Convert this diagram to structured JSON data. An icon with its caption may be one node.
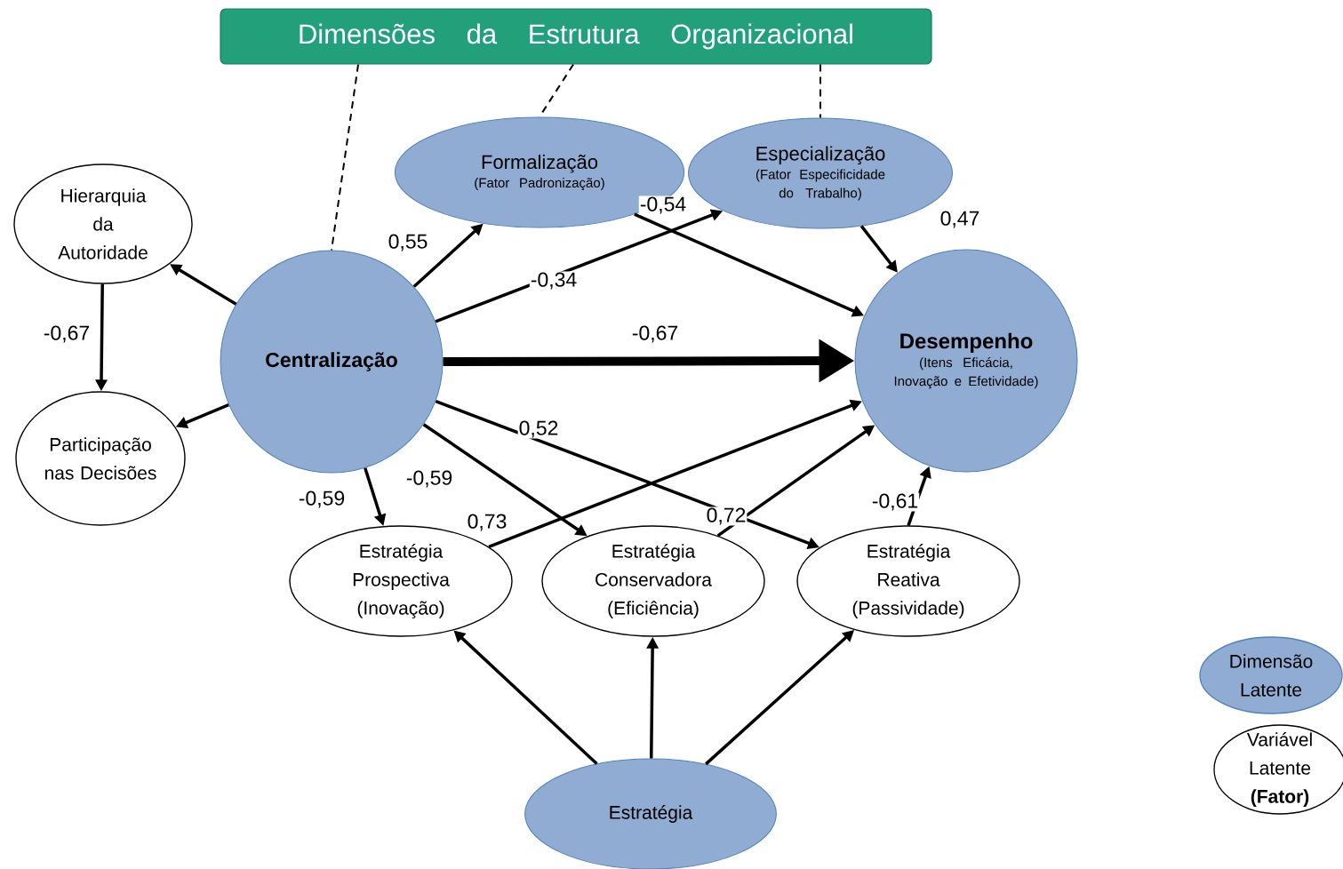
{
  "diagram": {
    "nodes": [
      {
        "text": [
          "Dimensões da Estrutura Organizacional"
        ]
      },
      {
        "text": [
          "Hierarquia da Autoridade"
        ]
      },
      {
        "text": [
          "Formalização",
          "(Fator Padronização)"
        ]
      },
      {
        "text": [
          "Especialização",
          "(Fator Especificidade do Trabalho)"
        ]
      },
      {
        "text": [
          "Centralização"
        ]
      },
      {
        "text": [
          "Desempenho",
          "(Itens Eficácia, Inovação e Efetividade)"
        ]
      },
      {
        "text": [
          "Participação nas Decisões"
        ]
      },
      {
        "text": [
          "Estratégia Prospectiva (Inovação)"
        ]
      },
      {
        "text": [
          "Estratégia Conservadora (Eficiência)"
        ]
      },
      {
        "text": [
          "Estratégia Reativa (Passividade)"
        ]
      },
      {
        "text": [
          "Estratégia"
        ]
      }
    ],
    "edges": [
      {
        "from": 0,
        "to": 4,
        "arrow": "none",
        "style": "dashed"
      },
      {
        "from": 0,
        "to": 2,
        "arrow": "none",
        "style": "dashed"
      },
      {
        "from": 0,
        "to": 3,
        "arrow": "none",
        "style": "dashed"
      },
      {
        "from": 4,
        "to": 1,
        "arrow": "to"
      },
      {
        "from": 1,
        "to": 6,
        "arrow": "to",
        "label": "-0,67"
      },
      {
        "from": 4,
        "to": 6,
        "arrow": "to"
      },
      {
        "from": 4,
        "to": 2,
        "arrow": "to",
        "label": "0,55"
      },
      {
        "from": 4,
        "to": 3,
        "arrow": "to",
        "label": "-0,34"
      },
      {
        "from": 4,
        "to": 5,
        "arrow": "to",
        "label": "-0,67",
        "style": "thick"
      },
      {
        "from": 4,
        "to": 9,
        "arrow": "to",
        "label": "0,52"
      },
      {
        "from": 4,
        "to": 7,
        "arrow": "to",
        "label": "-0,59"
      },
      {
        "from": 4,
        "to": 8,
        "arrow": "to",
        "label": "-0,59"
      },
      {
        "from": 2,
        "to": 5,
        "arrow": "to",
        "label": "-0,54"
      },
      {
        "from": 3,
        "to": 5,
        "arrow": "to",
        "label": "0,47"
      },
      {
        "from": 7,
        "to": 5,
        "arrow": "to",
        "label": "0,73"
      },
      {
        "from": 8,
        "to": 5,
        "arrow": "to",
        "label": "0,72"
      },
      {
        "from": 9,
        "to": 5,
        "arrow": "to",
        "label": "-0,61"
      },
      {
        "from": 10,
        "to": 7,
        "arrow": "to"
      },
      {
        "from": 10,
        "to": 8,
        "arrow": "to"
      },
      {
        "from": 10,
        "to": 9,
        "arrow": "to"
      }
    ],
    "legend": [
      {
        "text": "Dimensão Latente",
        "color": "#91acd3"
      },
      {
        "text": "Variável Latente **(Fator)**"
      }
    ]
  }
}
